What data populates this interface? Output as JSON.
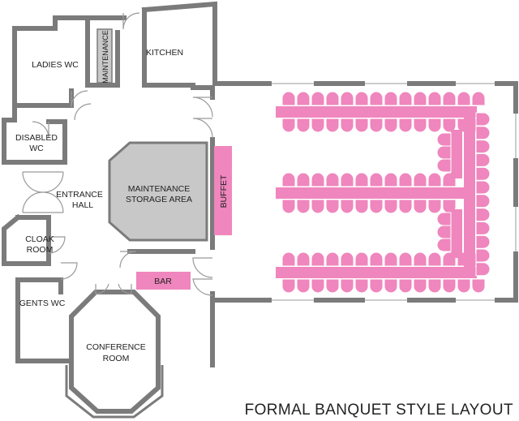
{
  "title": "FORMAL BANQUET STYLE LAYOUT",
  "colors": {
    "wall": "#7b7b7b",
    "furniture": "#ef86bd",
    "storage": "#c8c8c8",
    "door": "#9a9a9a",
    "text": "#222222"
  },
  "rooms": {
    "ladies_wc": [
      "LADIES WC"
    ],
    "maintenance": "MAINTENANCE",
    "kitchen": [
      "KITCHEN"
    ],
    "disabled_wc": [
      "DISABLED",
      "WC"
    ],
    "entrance_hall": [
      "ENTRANCE",
      "HALL"
    ],
    "storage_area": [
      "MAINTENANCE",
      "STORAGE AREA"
    ],
    "buffet": "BUFFET",
    "cloak_room": [
      "CLOAK",
      "ROOM"
    ],
    "bar": [
      "BAR"
    ],
    "gents_wc": [
      "GENTS WC"
    ],
    "conference_room": [
      "CONFERENCE",
      "ROOM"
    ]
  },
  "banquet": {
    "top_row_seats": 14,
    "middle_row_seats": 12,
    "bottom_row_seats": 14,
    "right_column_seats": 12,
    "branch_column_seats": 6
  }
}
